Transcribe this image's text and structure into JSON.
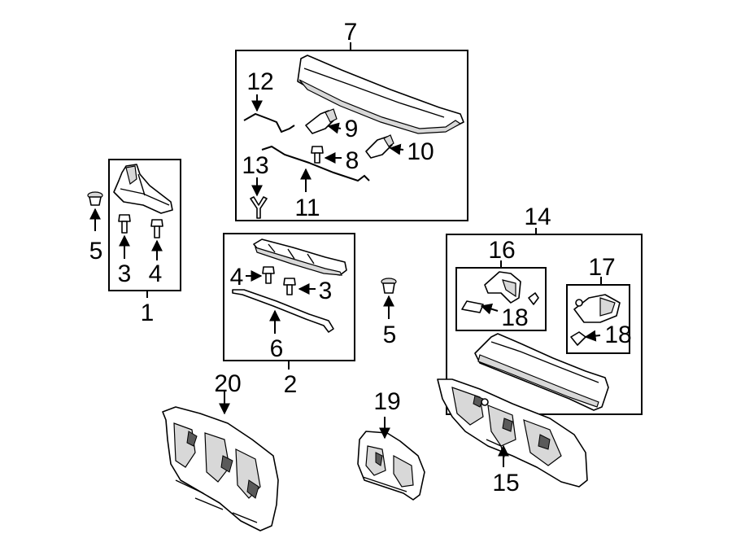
{
  "callouts": {
    "c1": "1",
    "c2": "2",
    "c3a": "3",
    "c3b": "3",
    "c4a": "4",
    "c4b": "4",
    "c5a": "5",
    "c5b": "5",
    "c6": "6",
    "c7": "7",
    "c8": "8",
    "c9": "9",
    "c10": "10",
    "c11": "11",
    "c12": "12",
    "c13": "13",
    "c14": "14",
    "c15": "15",
    "c16": "16",
    "c17": "17",
    "c18a": "18",
    "c18b": "18",
    "c19": "19",
    "c20": "20"
  }
}
